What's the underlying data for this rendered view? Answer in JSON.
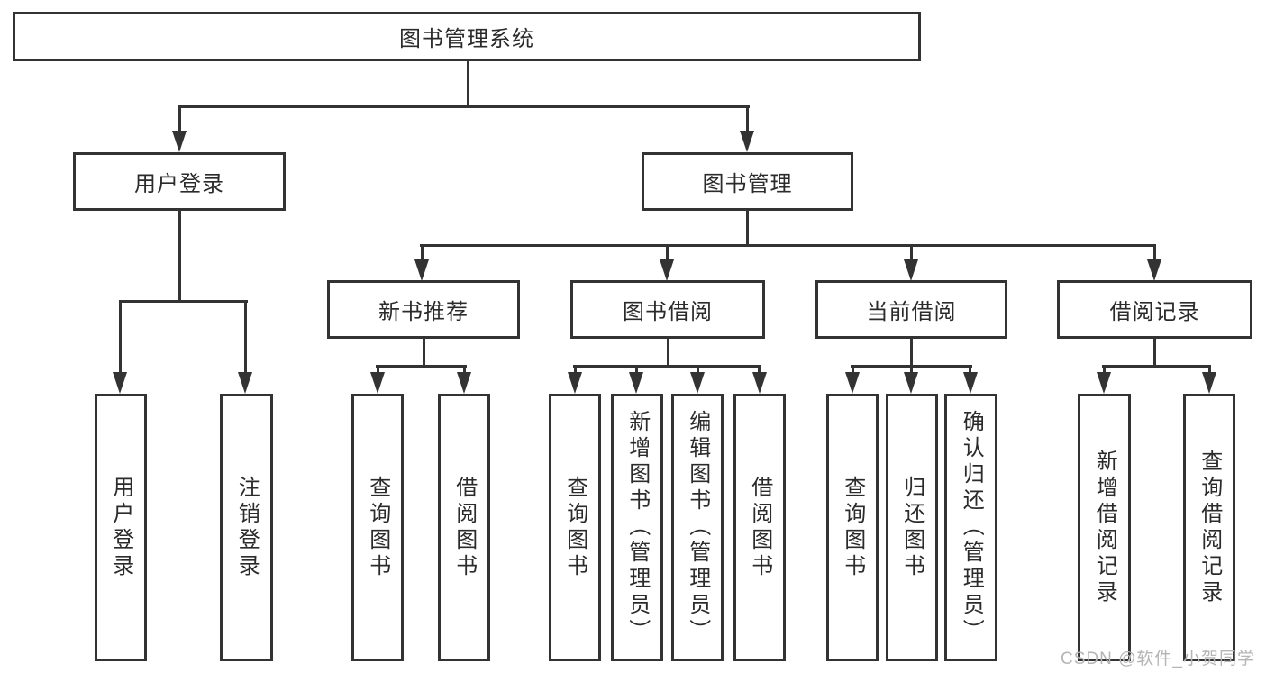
{
  "nodes": {
    "root": "图书管理系统",
    "userLogin": "用户登录",
    "bookMgmt": "图书管理",
    "newBooks": "新书推荐",
    "bookBorrow": "图书借阅",
    "currentBorrow": "当前借阅",
    "borrowRecords": "借阅记录",
    "leafUserLogin": "用户登录",
    "leafLogout": "注销登录",
    "leafNbQuery": "查询图书",
    "leafNbBorrow": "借阅图书",
    "leafBbQuery": "查询图书",
    "leafBbAdd": "新增图书（管理员）",
    "leafBbEdit": "编辑图书（管理员）",
    "leafBbBorrow": "借阅图书",
    "leafCbQuery": "查询图书",
    "leafCbReturn": "归还图书",
    "leafCbConfirm": "确认归还（管理员）",
    "leafRecAdd": "新增借阅记录",
    "leafRecQuery": "查询借阅记录"
  },
  "watermark": "CSDN @软件_小贺同学",
  "colors": {
    "line": "#333333",
    "text": "#2b2b2b",
    "watermark": "#b5b5b5",
    "background": "#ffffff"
  }
}
